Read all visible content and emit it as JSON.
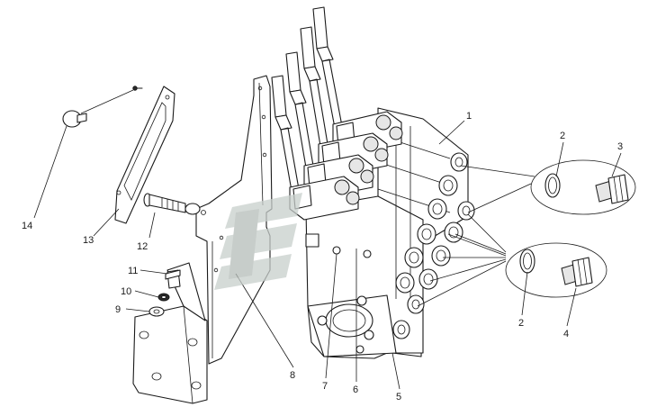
{
  "callouts": [
    {
      "id": "c1",
      "text": "1"
    },
    {
      "id": "c2a",
      "text": "2"
    },
    {
      "id": "c3",
      "text": "3"
    },
    {
      "id": "c2b",
      "text": "2"
    },
    {
      "id": "c4",
      "text": "4"
    },
    {
      "id": "c5",
      "text": "5"
    },
    {
      "id": "c6",
      "text": "6"
    },
    {
      "id": "c7",
      "text": "7"
    },
    {
      "id": "c8",
      "text": "8"
    },
    {
      "id": "c9",
      "text": "9"
    },
    {
      "id": "c10",
      "text": "10"
    },
    {
      "id": "c11",
      "text": "11"
    },
    {
      "id": "c12",
      "text": "12"
    },
    {
      "id": "c13",
      "text": "13"
    },
    {
      "id": "c14",
      "text": "14"
    }
  ],
  "colors": {
    "line": "#1a1a1a",
    "background": "#ffffff",
    "watermark": "#c8cfcc"
  },
  "icons": [
    "watermark-logo"
  ]
}
